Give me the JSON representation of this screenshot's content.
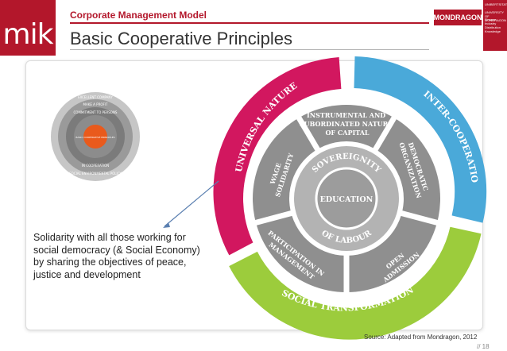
{
  "header": {
    "logo_text": "mik",
    "model_title": "Corporate Management Model",
    "page_title": "Basic Cooperative Principles",
    "brand": "MONDRAGON",
    "univ_top": "UNIBERTSITATEA · UNIVERSITY OF MONDRAGON",
    "univ_lines": [
      "Finance",
      "Industry",
      "Distribution",
      "Knowledge"
    ]
  },
  "note": "Solidarity with all those working for social democracy (& Social Economy) by sharing the objectives of peace, justice and development",
  "source": "Source: Adapted from Mondragon, 2012",
  "page_number": "// 18",
  "diagram": {
    "outer_arcs": [
      "UNIVERSAL NATURE",
      "INTER-COOPERATION",
      "SOCIAL TRANSFORMATION"
    ],
    "segments": [
      "INSTRUMENTAL AND SUBORDINATED NATURE OF CAPITAL",
      "DEMOCRATIC ORGANIZATION",
      "OPEN ADMISSION",
      "PARTICIPATION IN MANAGEMENT",
      "WAGE SOLIDARITY"
    ],
    "ring_top": "SOVEREIGNITY",
    "ring_bottom": "OF LABOUR",
    "center": "EDUCATION",
    "colors": {
      "magenta": "#d2175f",
      "blue": "#4aa9d9",
      "green": "#9ccc3c",
      "gray": "#8f8f8f",
      "inner": "#b3b3b3"
    }
  },
  "thumbnail": {
    "rings": [
      "EXCELLENT COMPANY",
      "MAKE A PROFIT",
      "COMMITMENT TO PERSONS",
      "IN COOPERATION",
      "SOCIAL ENVIRONMENTAL POLICY"
    ],
    "center": "BASIC COOPERATIVE PRINCIPLES"
  }
}
